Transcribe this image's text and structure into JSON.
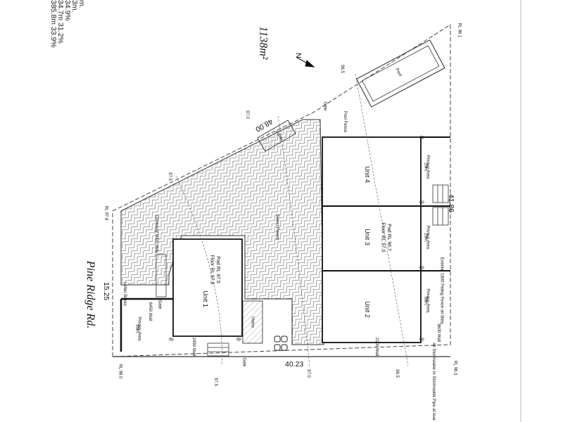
{
  "site": {
    "area": "1138m²",
    "road_name": "Pine Ridge Rd.",
    "frontage": "15.25",
    "boundaries": [
      "48.00",
      "41.86",
      "40.23"
    ],
    "north_label": "N"
  },
  "stats": [
    "m.",
    "3m.",
    "34.9%",
    "34.7m  31.2%",
    "385.8m  33.9%"
  ],
  "levels": [
    "RL 96.1",
    "96.5",
    "97.0",
    "97.5",
    "RL 97.8",
    "RL 98.0",
    "97.5",
    "97.0",
    "96.5",
    "RL 96.3"
  ],
  "units": [
    {
      "name": "Unit 1",
      "pad": "Pad RL 97.5",
      "floor": "Floor RL 97.8"
    },
    {
      "name": "Unit 2"
    },
    {
      "name": "Unit 3",
      "pad": "Pad RL 96.7",
      "floor": "Floor RL 97.0"
    },
    {
      "name": "Unit 4"
    }
  ],
  "privacy": [
    {
      "title": "Privacy Area.",
      "area": "29m."
    },
    {
      "title": "Privacy Area.",
      "area": "29m."
    },
    {
      "title": "Privacy Area.",
      "area": "58m."
    },
    {
      "title": "Privacy Area.",
      "area": "65m."
    }
  ],
  "walls": [
    "2450 Wall",
    "2100 Wall",
    "3600 Wall",
    "6450 Wall"
  ],
  "labels": {
    "pool": "Pool",
    "pool_fence": "Pool Fence",
    "gate": "Gate",
    "visitor": "Visitor",
    "driveway": "Driveway 5000 wide",
    "pavers": "Select Pavers",
    "letter_boxes": "Letter Boxes",
    "fence": "Existing 1800 Paling Fence on Bdry",
    "stormwater": "All Stormwater to Stormwater Pipe at rear.",
    "dp": "dp"
  }
}
